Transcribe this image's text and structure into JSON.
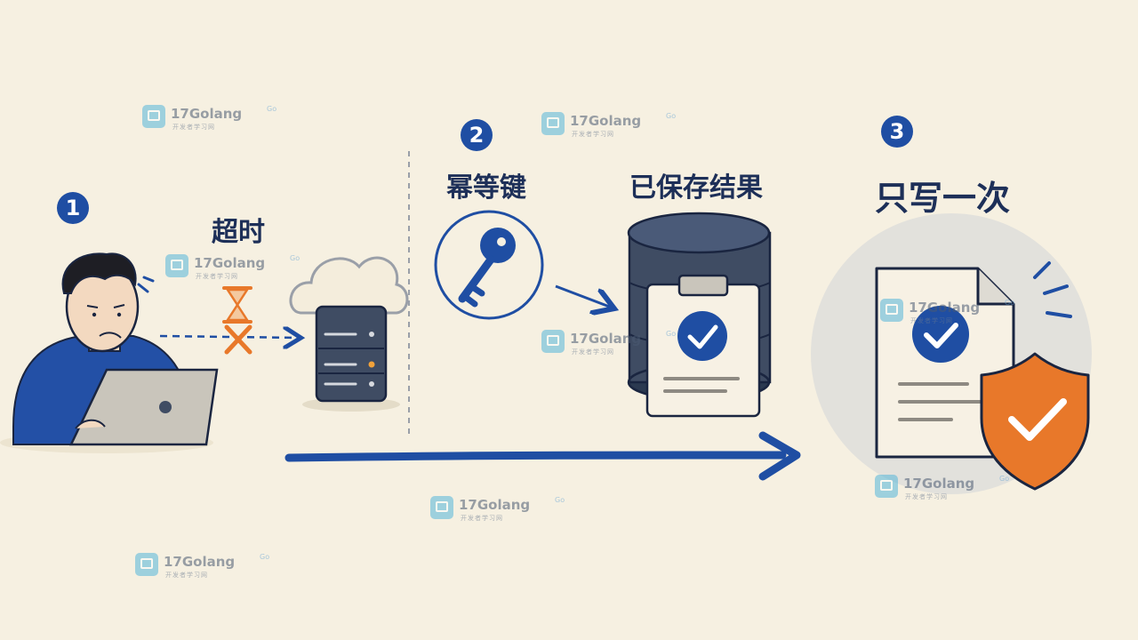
{
  "steps": [
    {
      "number": "1",
      "label": "超时"
    },
    {
      "number": "2",
      "label": "幂等键",
      "result_label": "已保存结果"
    },
    {
      "number": "3",
      "label": "只写一次"
    }
  ],
  "watermark": {
    "brand": "17Golang",
    "tagline": "开发者学习网",
    "badge": "Go"
  },
  "colors": {
    "primary": "#1f4ea3",
    "dark": "#3f4c63",
    "accent": "#e8782a",
    "background": "#f6f0e1"
  }
}
